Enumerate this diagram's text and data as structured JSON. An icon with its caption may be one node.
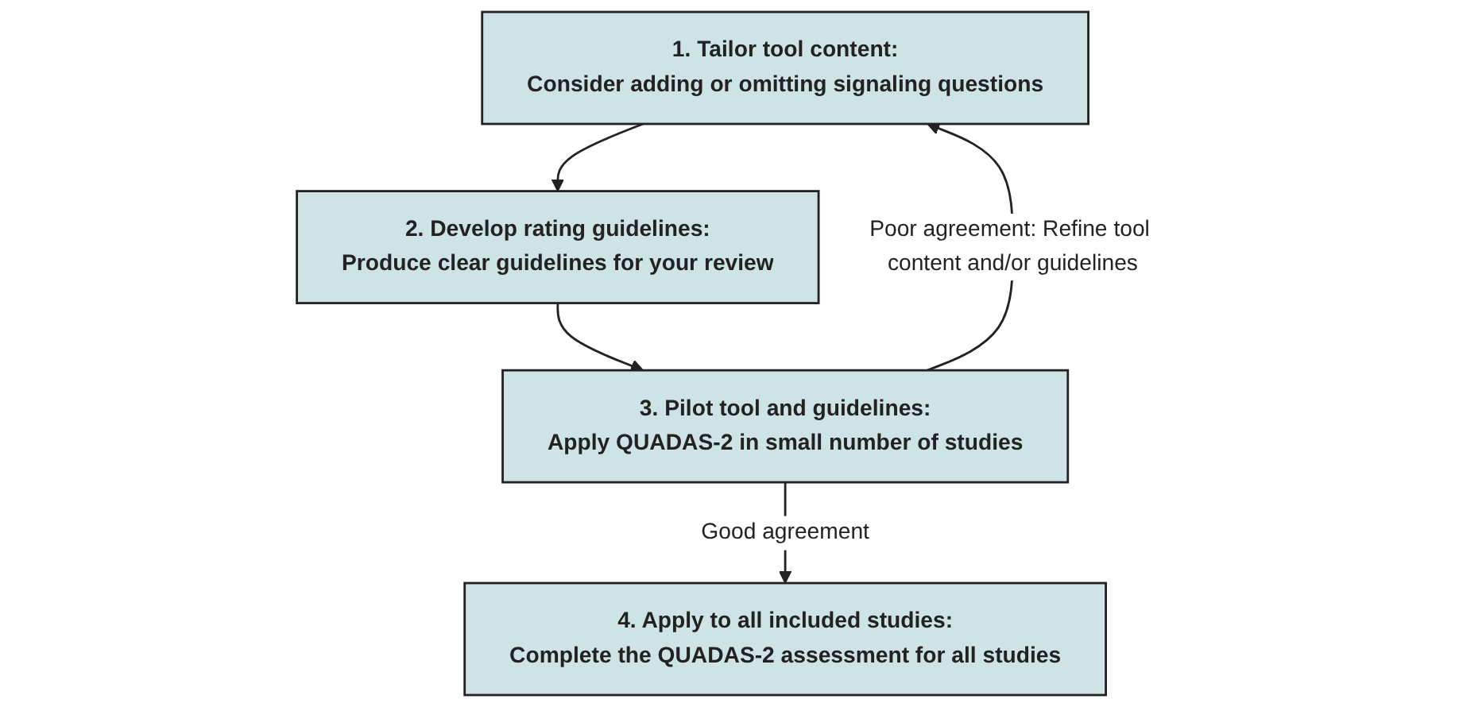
{
  "diagram": {
    "nodes": [
      {
        "text": [
          "1. Tailor tool content:",
          "Consider adding or omitting signaling questions"
        ]
      },
      {
        "text": [
          "2. Develop rating guidelines:",
          "Produce clear guidelines for your review"
        ]
      },
      {
        "text": [
          "3. Pilot tool and guidelines:",
          "Apply QUADAS-2 in small number of studies"
        ]
      },
      {
        "text": [
          "4. Apply to all included studies:",
          "Complete the QUADAS-2 assessment for all studies"
        ]
      }
    ],
    "edges": [
      {
        "from": 0,
        "to": 1,
        "arrow": "to"
      },
      {
        "from": 1,
        "to": 2,
        "arrow": "to"
      },
      {
        "from": 2,
        "to": 3,
        "arrow": "to",
        "label": "Good agreement"
      },
      {
        "from": 2,
        "to": 0,
        "arrow": "to",
        "label": "Poor agreement: Refine tool content and/or guidelines"
      }
    ]
  }
}
